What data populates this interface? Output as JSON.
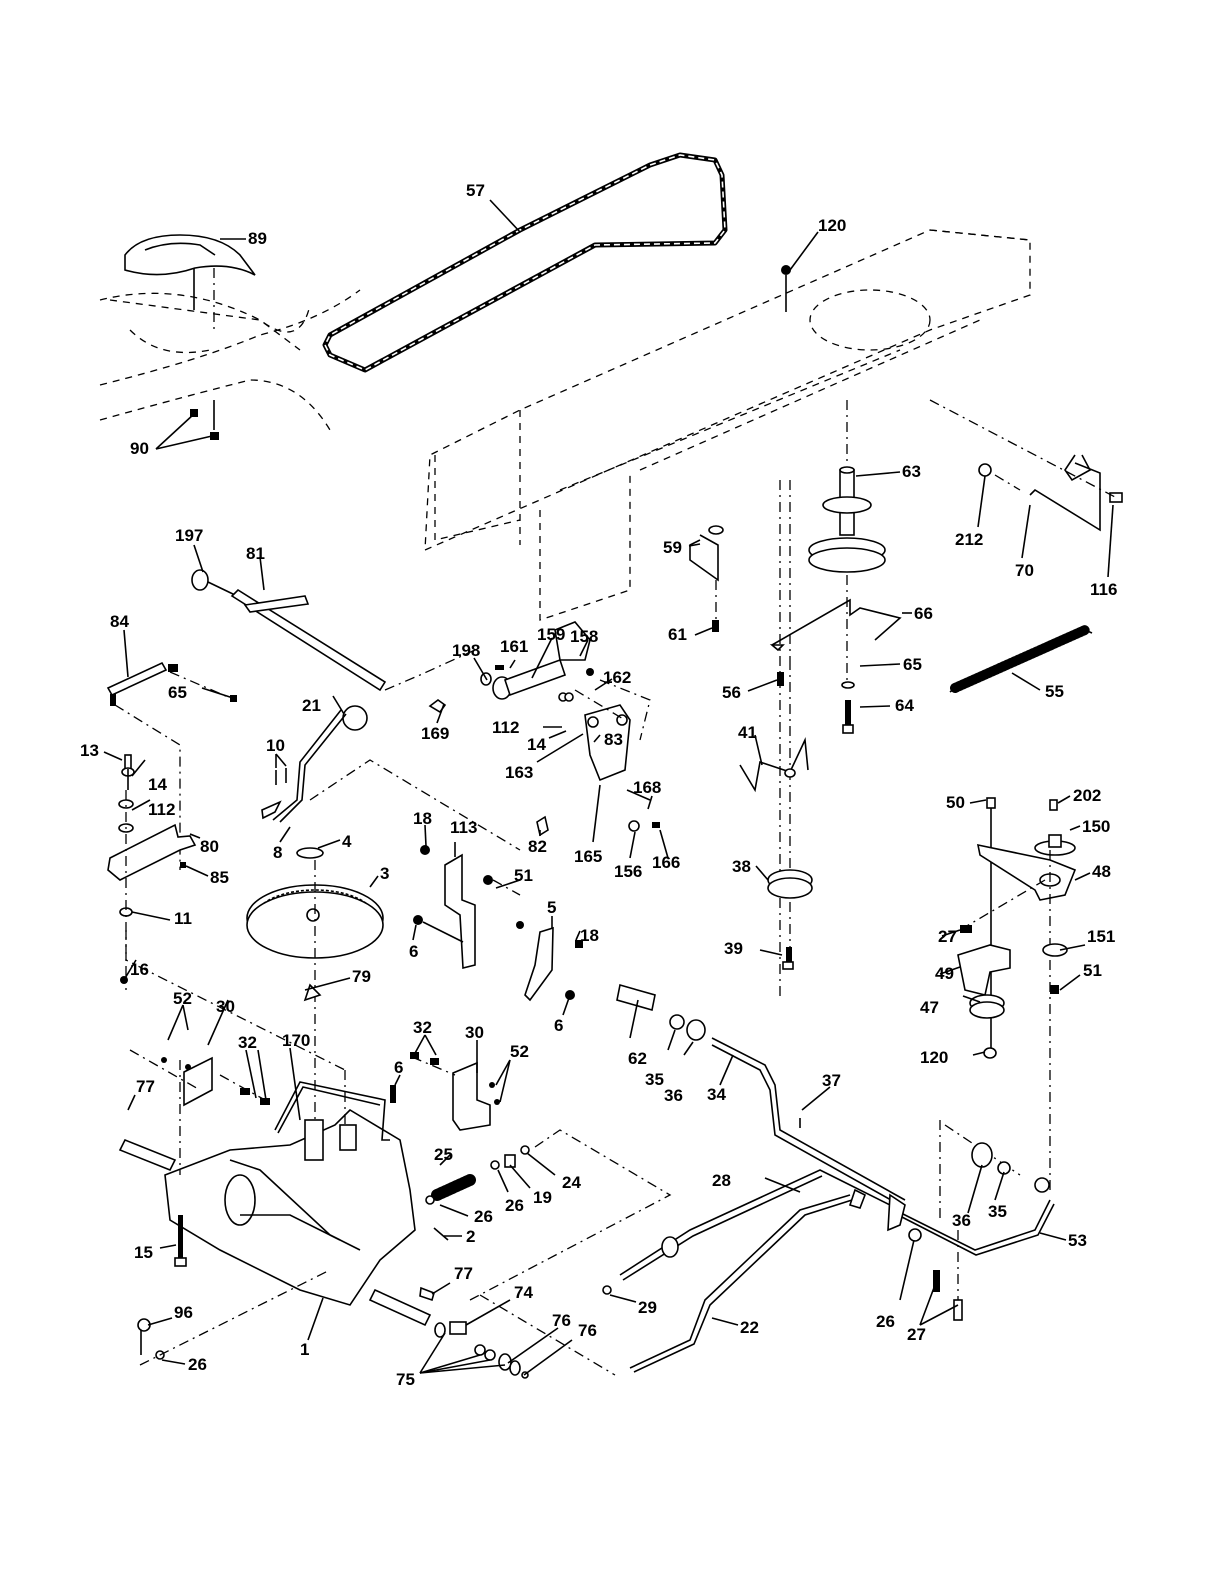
{
  "diagram": {
    "title": "",
    "type": "exploded-parts-diagram",
    "parts": [
      {
        "id": "89",
        "label": "89",
        "name": "cover"
      },
      {
        "id": "57",
        "label": "57",
        "name": "belt"
      },
      {
        "id": "120a",
        "label": "120",
        "name": "nut"
      },
      {
        "id": "90",
        "label": "90",
        "name": "fastener"
      },
      {
        "id": "63",
        "label": "63",
        "name": "pulley-spindle"
      },
      {
        "id": "212",
        "label": "212",
        "name": "nut"
      },
      {
        "id": "70",
        "label": "70",
        "name": "rod"
      },
      {
        "id": "116",
        "label": "116",
        "name": "bolt"
      },
      {
        "id": "197",
        "label": "197",
        "name": "bushing"
      },
      {
        "id": "81",
        "label": "81",
        "name": "shaft"
      },
      {
        "id": "59",
        "label": "59",
        "name": "belt-guide"
      },
      {
        "id": "61",
        "label": "61",
        "name": "bolt"
      },
      {
        "id": "66",
        "label": "66",
        "name": "belt-keeper"
      },
      {
        "id": "84",
        "label": "84",
        "name": "link"
      },
      {
        "id": "198",
        "label": "198",
        "name": "washer"
      },
      {
        "id": "161",
        "label": "161",
        "name": "bolt"
      },
      {
        "id": "159",
        "label": "159",
        "name": "bushing"
      },
      {
        "id": "158",
        "label": "158",
        "name": "bracket"
      },
      {
        "id": "162",
        "label": "162",
        "name": "nut"
      },
      {
        "id": "65a",
        "label": "65",
        "name": "nut"
      },
      {
        "id": "65b",
        "label": "65",
        "name": "washer"
      },
      {
        "id": "56",
        "label": "56",
        "name": "bolt"
      },
      {
        "id": "64",
        "label": "64",
        "name": "bolt"
      },
      {
        "id": "55",
        "label": "55",
        "name": "spring"
      },
      {
        "id": "21",
        "label": "21",
        "name": "knob"
      },
      {
        "id": "169",
        "label": "169",
        "name": "clip"
      },
      {
        "id": "112a",
        "label": "112",
        "name": "washer"
      },
      {
        "id": "14a",
        "label": "14",
        "name": "washer"
      },
      {
        "id": "83",
        "label": "83",
        "name": "bracket"
      },
      {
        "id": "41",
        "label": "41",
        "name": "belt-guide"
      },
      {
        "id": "13",
        "label": "13",
        "name": "bolt"
      },
      {
        "id": "14b",
        "label": "14",
        "name": "washer"
      },
      {
        "id": "10",
        "label": "10",
        "name": "pin"
      },
      {
        "id": "163",
        "label": "163",
        "name": "link"
      },
      {
        "id": "168",
        "label": "168",
        "name": "bolt"
      },
      {
        "id": "112b",
        "label": "112",
        "name": "washer"
      },
      {
        "id": "80",
        "label": "80",
        "name": "bracket"
      },
      {
        "id": "8",
        "label": "8",
        "name": "shift-lever"
      },
      {
        "id": "18a",
        "label": "18",
        "name": "bolt"
      },
      {
        "id": "113",
        "label": "113",
        "name": "bracket"
      },
      {
        "id": "82",
        "label": "82",
        "name": "clip"
      },
      {
        "id": "165",
        "label": "165",
        "name": "bracket"
      },
      {
        "id": "156",
        "label": "156",
        "name": "clip"
      },
      {
        "id": "166",
        "label": "166",
        "name": "screw"
      },
      {
        "id": "50",
        "label": "50",
        "name": "bolt"
      },
      {
        "id": "202",
        "label": "202",
        "name": "bolt"
      },
      {
        "id": "150",
        "label": "150",
        "name": "spacer"
      },
      {
        "id": "85",
        "label": "85",
        "name": "nut"
      },
      {
        "id": "4",
        "label": "4",
        "name": "washer"
      },
      {
        "id": "3",
        "label": "3",
        "name": "pulley"
      },
      {
        "id": "38",
        "label": "38",
        "name": "idler-pulley"
      },
      {
        "id": "48",
        "label": "48",
        "name": "idler-arm"
      },
      {
        "id": "51a",
        "label": "51",
        "name": "nut"
      },
      {
        "id": "11",
        "label": "11",
        "name": "washer"
      },
      {
        "id": "6a",
        "label": "6",
        "name": "bolt"
      },
      {
        "id": "5",
        "label": "5",
        "name": "bracket"
      },
      {
        "id": "18b",
        "label": "18",
        "name": "bolt"
      },
      {
        "id": "27a",
        "label": "27",
        "name": "spring"
      },
      {
        "id": "151",
        "label": "151",
        "name": "washer"
      },
      {
        "id": "39",
        "label": "39",
        "name": "bolt"
      },
      {
        "id": "49",
        "label": "49",
        "name": "belt-guide"
      },
      {
        "id": "51b",
        "label": "51",
        "name": "nut"
      },
      {
        "id": "79",
        "label": "79",
        "name": "key"
      },
      {
        "id": "16",
        "label": "16",
        "name": "nut"
      },
      {
        "id": "52a",
        "label": "52",
        "name": "bolt"
      },
      {
        "id": "30a",
        "label": "30",
        "name": "bracket"
      },
      {
        "id": "32a",
        "label": "32",
        "name": "bolt"
      },
      {
        "id": "6b",
        "label": "6",
        "name": "bolt"
      },
      {
        "id": "47",
        "label": "47",
        "name": "pulley"
      },
      {
        "id": "62",
        "label": "62",
        "name": "bushing"
      },
      {
        "id": "170",
        "label": "170",
        "name": "rod"
      },
      {
        "id": "32b",
        "label": "32",
        "name": "bolt"
      },
      {
        "id": "30b",
        "label": "30",
        "name": "bracket"
      },
      {
        "id": "52b",
        "label": "52",
        "name": "bolt"
      },
      {
        "id": "120b",
        "label": "120",
        "name": "nut"
      },
      {
        "id": "6c",
        "label": "6",
        "name": "bolt"
      },
      {
        "id": "35a",
        "label": "35",
        "name": "nut"
      },
      {
        "id": "36a",
        "label": "36",
        "name": "washer"
      },
      {
        "id": "34",
        "label": "34",
        "name": "shaft"
      },
      {
        "id": "37",
        "label": "37",
        "name": "pin"
      },
      {
        "id": "77a",
        "label": "77",
        "name": "key"
      },
      {
        "id": "25",
        "label": "25",
        "name": "spring"
      },
      {
        "id": "24",
        "label": "24",
        "name": "nut"
      },
      {
        "id": "26a",
        "label": "26",
        "name": "washer"
      },
      {
        "id": "19",
        "label": "19",
        "name": "spacer"
      },
      {
        "id": "28",
        "label": "28",
        "name": "rod"
      },
      {
        "id": "36b",
        "label": "36",
        "name": "washer"
      },
      {
        "id": "35b",
        "label": "35",
        "name": "nut"
      },
      {
        "id": "26b",
        "label": "26",
        "name": "washer"
      },
      {
        "id": "2",
        "label": "2",
        "name": "spring"
      },
      {
        "id": "53",
        "label": "53",
        "name": "rod"
      },
      {
        "id": "15",
        "label": "15",
        "name": "bolt"
      },
      {
        "id": "77b",
        "label": "77",
        "name": "key"
      },
      {
        "id": "96",
        "label": "96",
        "name": "pin"
      },
      {
        "id": "74",
        "label": "74",
        "name": "spacer"
      },
      {
        "id": "29",
        "label": "29",
        "name": "clip"
      },
      {
        "id": "22",
        "label": "22",
        "name": "rod"
      },
      {
        "id": "1",
        "label": "1",
        "name": "transaxle"
      },
      {
        "id": "76a",
        "label": "76",
        "name": "washer"
      },
      {
        "id": "76b",
        "label": "76",
        "name": "clip"
      },
      {
        "id": "26c",
        "label": "26",
        "name": "washer"
      },
      {
        "id": "27b",
        "label": "27",
        "name": "bolt"
      },
      {
        "id": "26d",
        "label": "26",
        "name": "washer"
      },
      {
        "id": "75",
        "label": "75",
        "name": "washers"
      }
    ]
  }
}
